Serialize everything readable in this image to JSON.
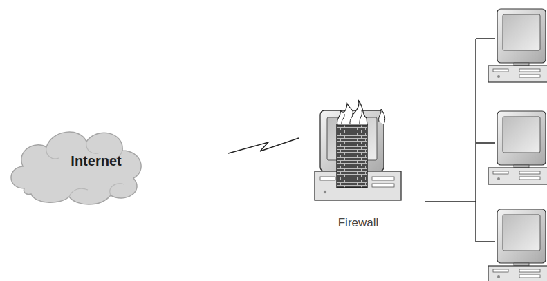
{
  "diagram": {
    "nodes": [
      {
        "text": [
          "Internet"
        ]
      },
      {
        "text": [
          "Firewall"
        ]
      }
    ],
    "edges": [
      {
        "from": 0,
        "to": 1,
        "arrow": "none"
      }
    ]
  }
}
